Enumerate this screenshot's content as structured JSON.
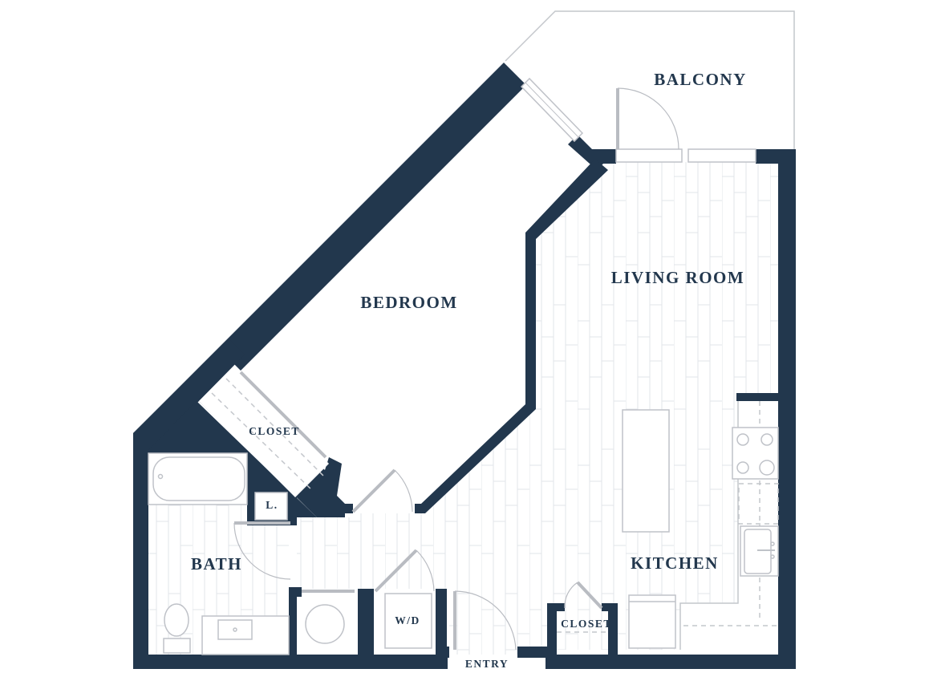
{
  "floorplan": {
    "colors": {
      "wall": "#22374d",
      "label": "#22374d",
      "fixture_stroke": "#bfc2c8",
      "background": "#ffffff"
    },
    "rooms": {
      "balcony": "BALCONY",
      "bedroom": "BEDROOM",
      "living_room": "LIVING ROOM",
      "kitchen": "KITCHEN",
      "bath": "BATH",
      "bedroom_closet": "CLOSET",
      "entry_closet": "CLOSET",
      "linen": "L.",
      "laundry": "W/D",
      "entry": "ENTRY"
    }
  }
}
